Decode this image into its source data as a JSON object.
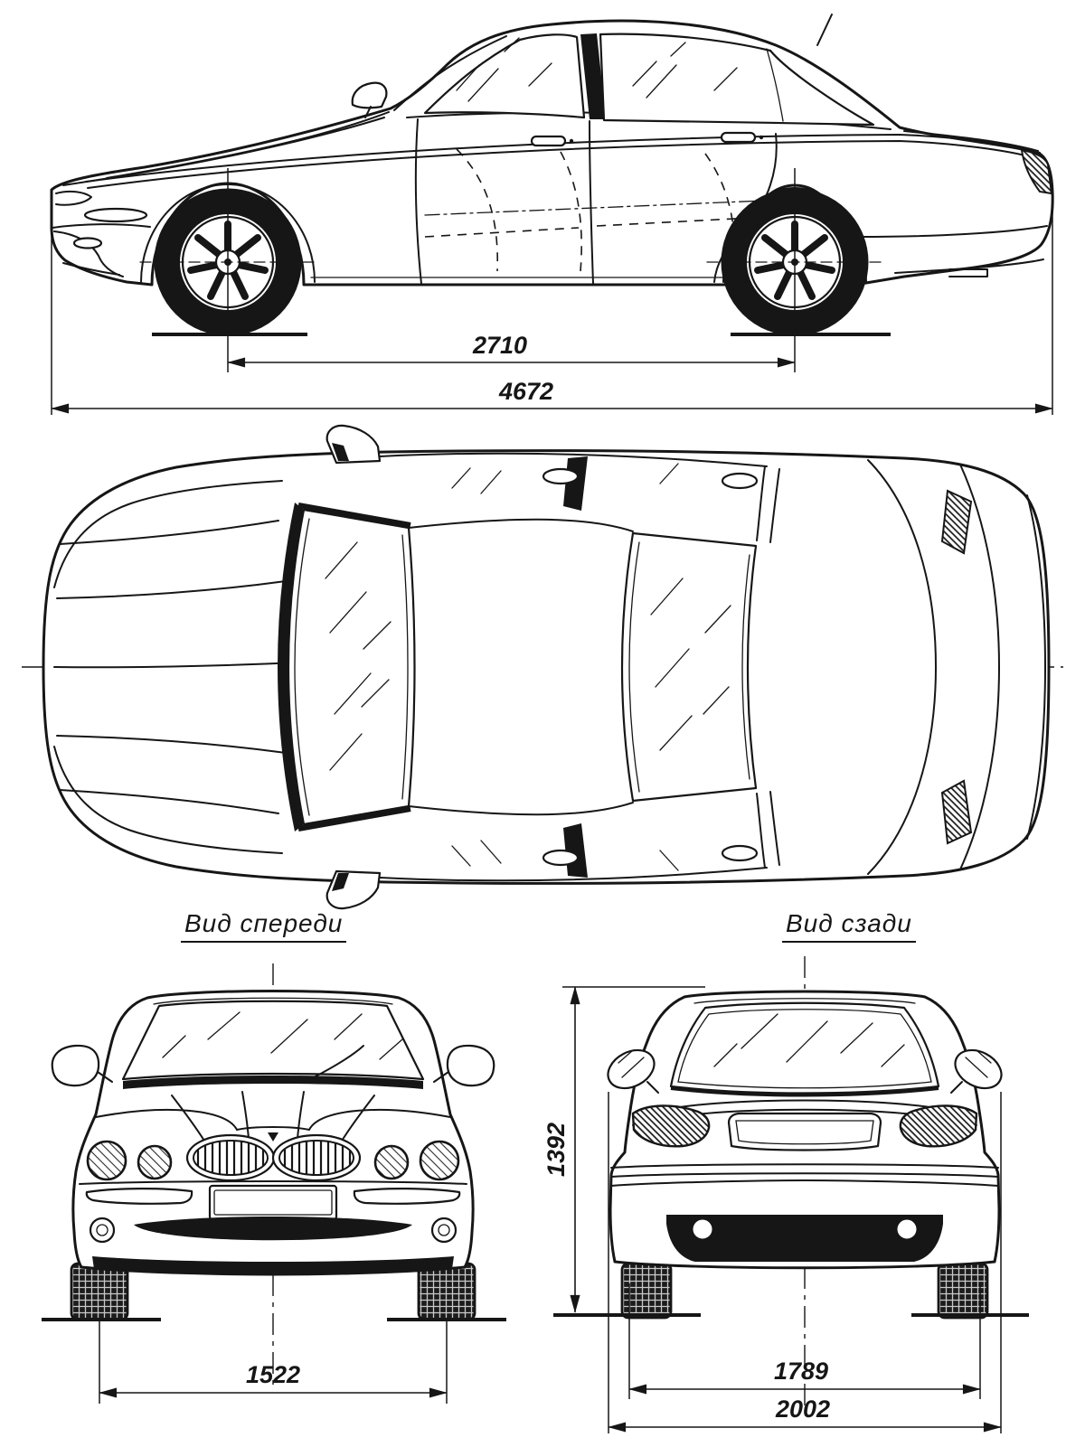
{
  "labels": {
    "front_view": "Вид спереди",
    "rear_view": "Вид сзади"
  },
  "dimensions": {
    "wheelbase": "2710",
    "overall_length": "4672",
    "front_track": "1522",
    "overall_height": "1392",
    "rear_track": "1789",
    "overall_width": "2002"
  },
  "colors": {
    "ink": "#161616",
    "paper": "#ffffff"
  }
}
